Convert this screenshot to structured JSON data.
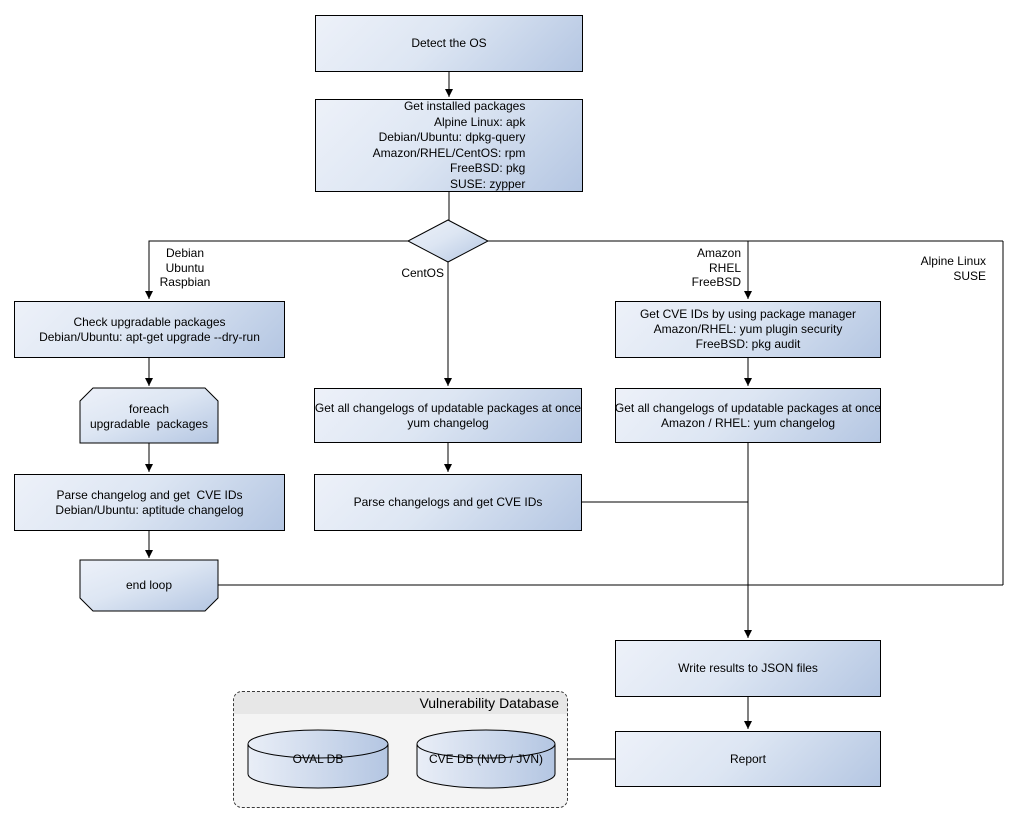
{
  "nodes": {
    "detect_os": "Detect the OS",
    "get_installed_packages": "Get installed packages\nAlpine Linux: apk\nDebian/Ubuntu: dpkg-query\nAmazon/RHEL/CentOS: rpm\nFreeBSD: pkg\nSUSE: zypper",
    "check_upgradable": "Check upgradable packages\nDebian/Ubuntu: apt-get upgrade --dry-run",
    "foreach_loop": "foreach\nupgradable  packages",
    "parse_changelog_deb": "Parse changelog and get  CVE IDs\nDebian/Ubuntu: aptitude changelog",
    "end_loop": "end loop",
    "changelogs_centos": "Get all changelogs of updatable packages at once\nyum changelog",
    "parse_changelogs_centos": "Parse changelogs and get CVE IDs",
    "get_cve_pkg_manager": "Get CVE IDs by using package manager\nAmazon/RHEL: yum plugin security\nFreeBSD: pkg audit",
    "changelogs_amazon": "Get all changelogs of updatable packages at once\nAmazon / RHEL: yum changelog",
    "write_results": "Write results to JSON files",
    "report": "Report"
  },
  "branches": {
    "debian": "Debian\nUbuntu\nRaspbian",
    "centos": "CentOS",
    "amazon": "Amazon\nRHEL\nFreeBSD",
    "alpine": "Alpine Linux\nSUSE"
  },
  "database": {
    "title": "Vulnerability Database",
    "oval_db": "OVAL DB",
    "cve_db": "CVE DB (NVD / JVN)"
  },
  "colors": {
    "node_gradient_start": "#edf1f9",
    "node_gradient_end": "#b4c6e2",
    "node_border": "#000000",
    "connector": "#000000",
    "db_panel_bg": "#f4f4f4",
    "db_header_bg": "#e7e7e7",
    "db_panel_border": "#3a3a3a"
  }
}
